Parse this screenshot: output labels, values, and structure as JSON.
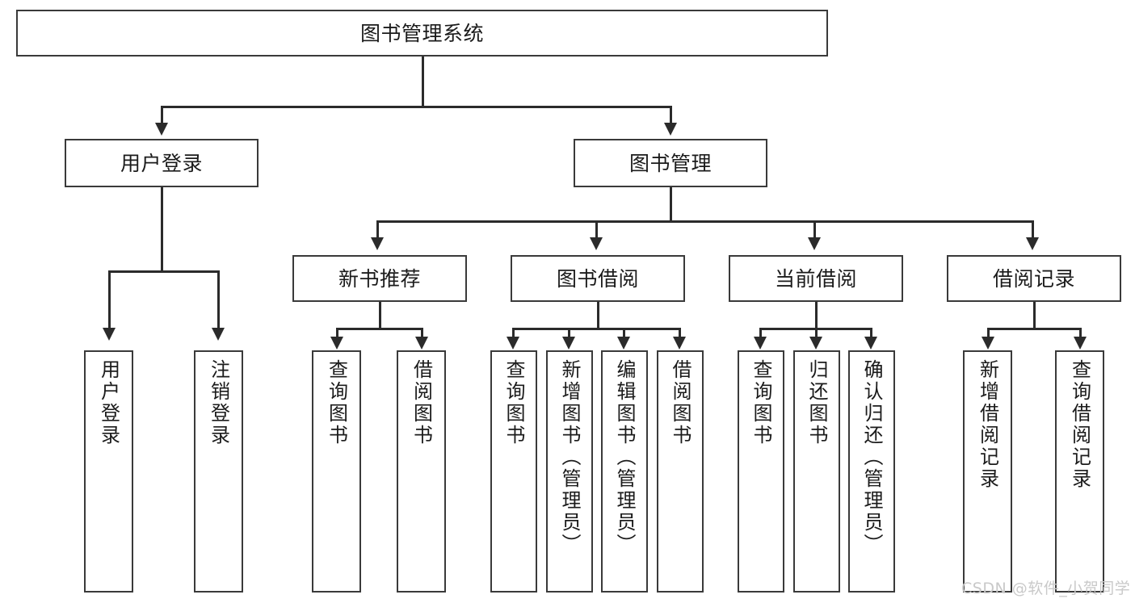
{
  "diagram": {
    "title": "图书管理系统",
    "type": "tree-hierarchy-diagram",
    "root": {
      "label": "图书管理系统"
    },
    "level1": [
      {
        "label": "用户登录"
      },
      {
        "label": "图书管理"
      }
    ],
    "level2": [
      {
        "label": "新书推荐"
      },
      {
        "label": "图书借阅"
      },
      {
        "label": "当前借阅"
      },
      {
        "label": "借阅记录"
      }
    ],
    "leaves": {
      "user_login": [
        {
          "label": "用户登录"
        },
        {
          "label": "注销登录"
        }
      ],
      "new_book_recommend": [
        {
          "label": "查询图书"
        },
        {
          "label": "借阅图书"
        }
      ],
      "book_borrow": [
        {
          "label": "查询图书"
        },
        {
          "label": "新增图书（管理员）"
        },
        {
          "label": "编辑图书（管理员）"
        },
        {
          "label": "借阅图书"
        }
      ],
      "current_borrow": [
        {
          "label": "查询图书"
        },
        {
          "label": "归还图书"
        },
        {
          "label": "确认归还（管理员）"
        }
      ],
      "borrow_record": [
        {
          "label": "新增借阅记录"
        },
        {
          "label": "查询借阅记录"
        }
      ]
    }
  },
  "watermark": {
    "text": "CSDN @软件_小贺同学"
  },
  "colors": {
    "border": "#3a3a3a",
    "connector": "#2b2b2b",
    "text": "#1b1b1b",
    "background": "#ffffff",
    "watermark": "#c9c9c9"
  }
}
